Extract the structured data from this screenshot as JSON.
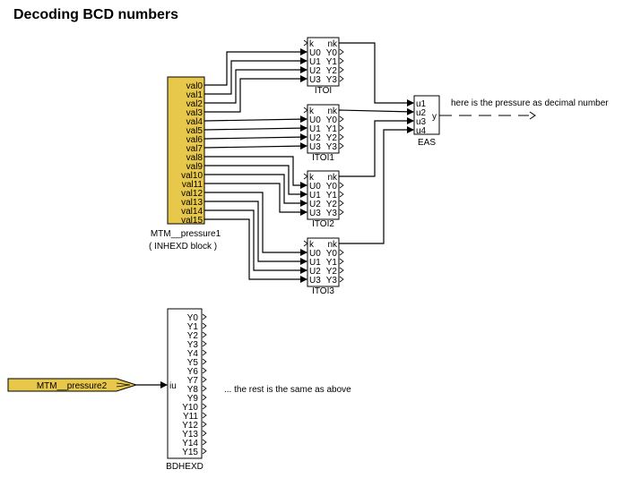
{
  "title": "Decoding BCD numbers",
  "colors": {
    "block_fill": "#e8c84a",
    "line": "#000000",
    "background": "#ffffff"
  },
  "inhexd": {
    "name": "MTM__pressure1",
    "type_label": "( INHEXD block )",
    "outputs": [
      "val0",
      "val1",
      "val2",
      "val3",
      "val4",
      "val5",
      "val6",
      "val7",
      "val8",
      "val9",
      "val10",
      "val11",
      "val12",
      "val13",
      "val14",
      "val15"
    ]
  },
  "itoi_blocks": [
    {
      "name": "ITOI",
      "k": "k",
      "nk": "nk",
      "inputs": [
        "U0",
        "U1",
        "U2",
        "U3"
      ],
      "outputs": [
        "Y0",
        "Y1",
        "Y2",
        "Y3"
      ]
    },
    {
      "name": "ITOI1",
      "k": "k",
      "nk": "nk",
      "inputs": [
        "U0",
        "U1",
        "U2",
        "U3"
      ],
      "outputs": [
        "Y0",
        "Y1",
        "Y2",
        "Y3"
      ]
    },
    {
      "name": "ITOI2",
      "k": "k",
      "nk": "nk",
      "inputs": [
        "U0",
        "U1",
        "U2",
        "U3"
      ],
      "outputs": [
        "Y0",
        "Y1",
        "Y2",
        "Y3"
      ]
    },
    {
      "name": "ITOI3",
      "k": "k",
      "nk": "nk",
      "inputs": [
        "U0",
        "U1",
        "U2",
        "U3"
      ],
      "outputs": [
        "Y0",
        "Y1",
        "Y2",
        "Y3"
      ]
    }
  ],
  "eas": {
    "name": "EAS",
    "inputs": [
      "u1",
      "u2",
      "u3",
      "u4"
    ],
    "output": "y"
  },
  "annotation_output": "here is the pressure as decimal number",
  "bdhexd": {
    "name": "BDHEXD",
    "input": "iu",
    "outputs": [
      "Y0",
      "Y1",
      "Y2",
      "Y3",
      "Y4",
      "Y5",
      "Y6",
      "Y7",
      "Y8",
      "Y9",
      "Y10",
      "Y11",
      "Y12",
      "Y13",
      "Y14",
      "Y15"
    ]
  },
  "input_tag": "MTM__pressure2",
  "annotation_rest": "... the rest is the same as above"
}
